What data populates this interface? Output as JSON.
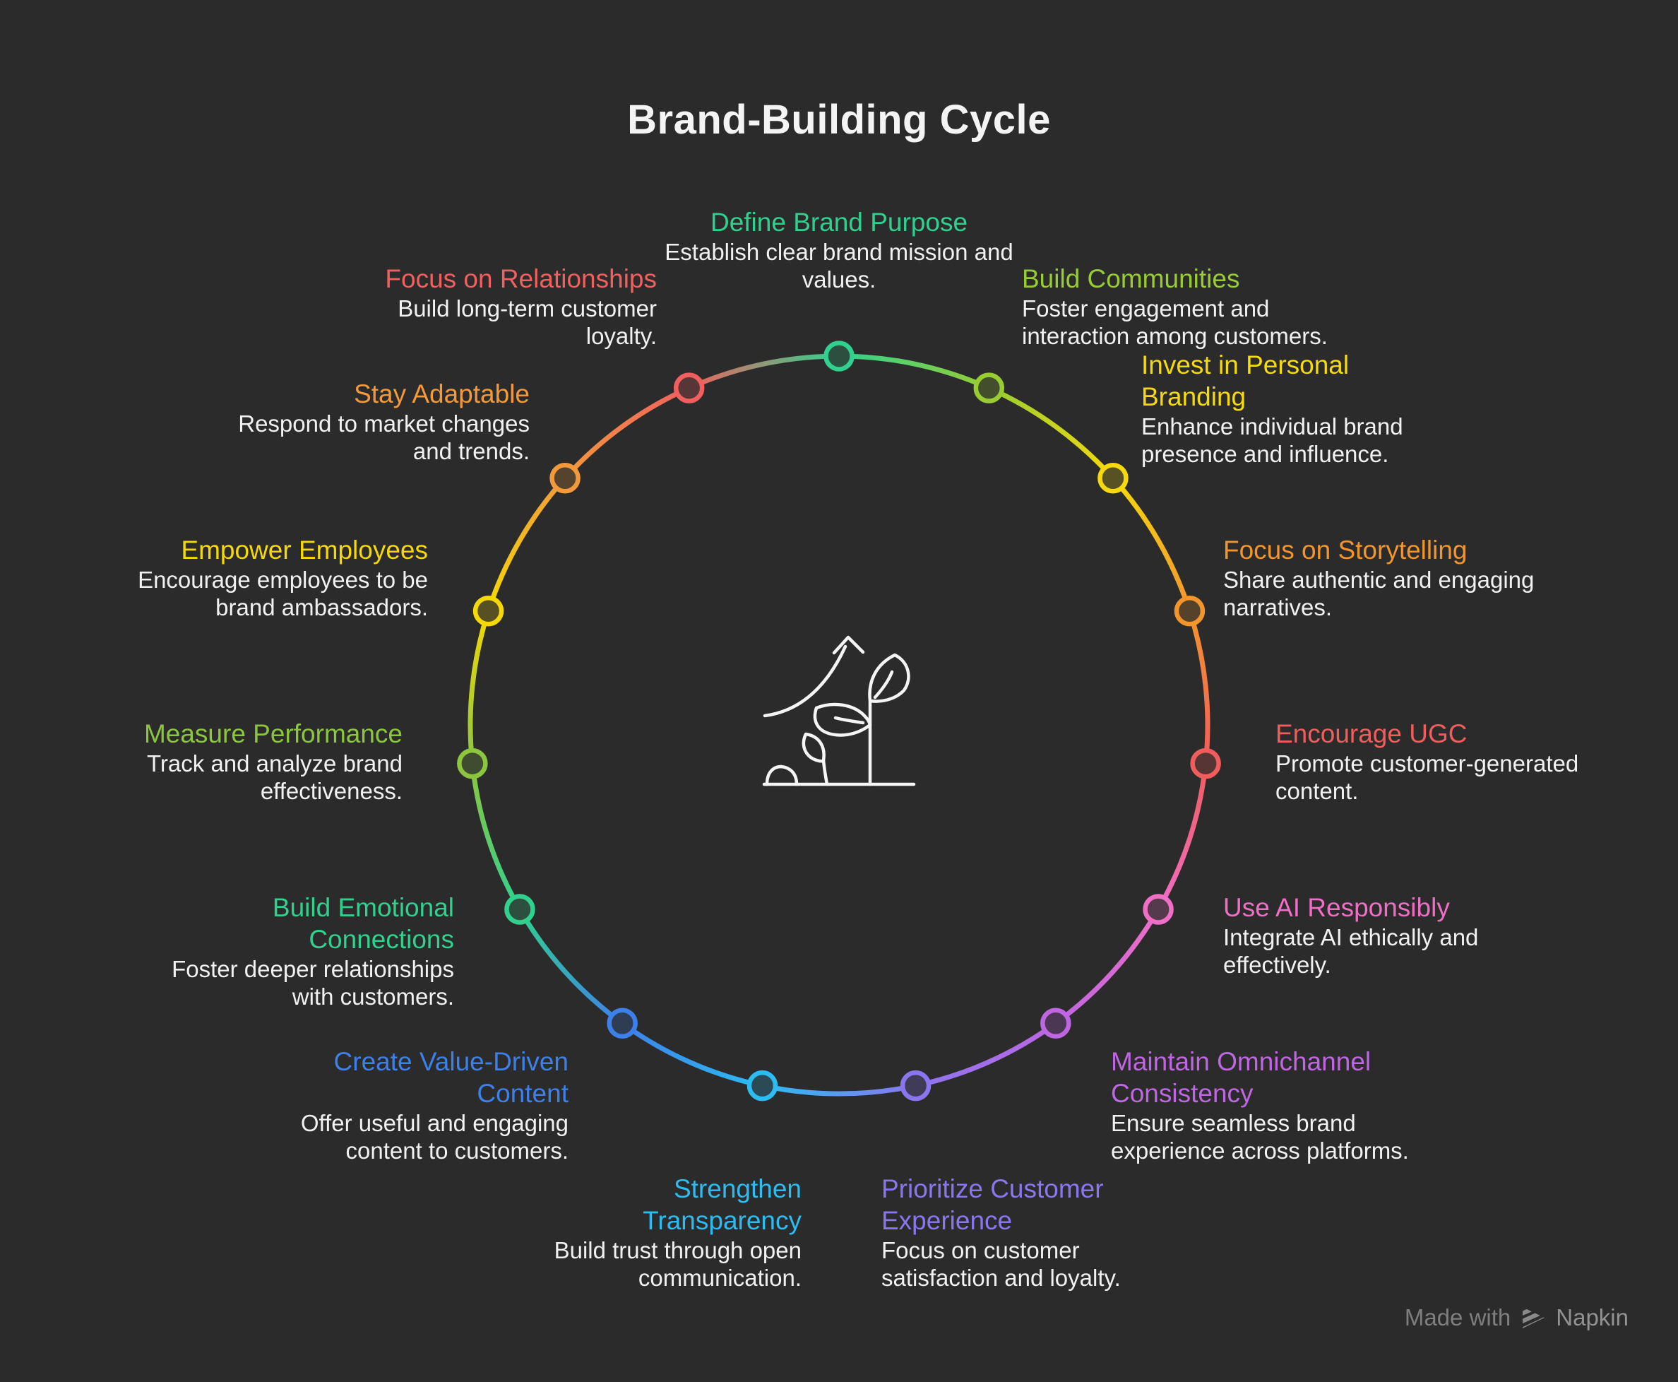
{
  "title": "Brand-Building Cycle",
  "background_color": "#2b2b2b",
  "center_icon": "growth-plant-icon",
  "items": [
    {
      "label": "Define Brand Purpose",
      "description": "Establish clear brand mission and values.",
      "color": "#30d18f"
    },
    {
      "label": "Build Communities",
      "description": "Foster engagement and interaction among customers.",
      "color": "#98cd32"
    },
    {
      "label": "Invest in Personal Branding",
      "description": "Enhance individual brand presence and influence.",
      "color": "#f6da0b"
    },
    {
      "label": "Focus on Storytelling",
      "description": "Share authentic and engaging narratives.",
      "color": "#f2952d"
    },
    {
      "label": "Encourage UGC",
      "description": "Promote customer-generated content.",
      "color": "#f15d5d"
    },
    {
      "label": "Use AI Responsibly",
      "description": "Integrate AI ethically and effectively.",
      "color": "#ef6ec6"
    },
    {
      "label": "Maintain Omnichannel Consistency",
      "description": "Ensure seamless brand experience across platforms.",
      "color": "#bf66e2"
    },
    {
      "label": "Prioritize Customer Experience",
      "description": "Focus on customer satisfaction and loyalty.",
      "color": "#8b76f0"
    },
    {
      "label": "Strengthen Transparency",
      "description": "Build trust through open communication.",
      "color": "#2cbcf1"
    },
    {
      "label": "Create Value-Driven Content",
      "description": "Offer useful and engaging content to customers.",
      "color": "#3e80e9"
    },
    {
      "label": "Build Emotional Connections",
      "description": "Foster deeper relationships with customers.",
      "color": "#30d18f"
    },
    {
      "label": "Measure Performance",
      "description": "Track and analyze brand effectiveness.",
      "color": "#8cc63e"
    },
    {
      "label": "Empower Employees",
      "description": "Encourage employees to be brand ambassadors.",
      "color": "#f5d805"
    },
    {
      "label": "Stay Adaptable",
      "description": "Respond to market changes and trends.",
      "color": "#f2993b"
    },
    {
      "label": "Focus on Relationships",
      "description": "Build long-term customer loyalty.",
      "color": "#f0605f"
    }
  ],
  "footer": {
    "made_with": "Made with",
    "brand": "Napkin",
    "logo_icon": "napkin-logo-icon",
    "text_color": "#8a8a8a"
  }
}
